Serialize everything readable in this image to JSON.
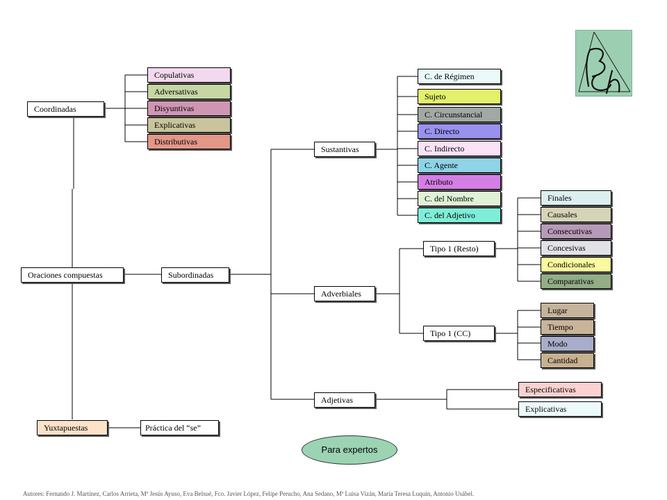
{
  "logo_text": "BCh",
  "nodes": {
    "coordinadas": "Coordinadas",
    "copulativas": "Copulativas",
    "adversativas": "Adversativas",
    "disyuntivas": "Disyuntivas",
    "explicativas_coord": "Explicativas",
    "distributivas": "Distributivas",
    "oraciones_compuestas": "Oraciones compuestas",
    "subordinadas": "Subordinadas",
    "sustantivas": "Sustantivas",
    "c_regimen": "C. de Régimen",
    "sujeto": "Sujeto",
    "c_circunstancial": "C. Circunstancial",
    "c_directo": "C. Directo",
    "c_indirecto": "C. Indirecto",
    "c_agente": "C. Agente",
    "atributo": "Atributo",
    "c_nombre": "C. del Nombre",
    "c_adjetivo": "C. del Adjetivo",
    "adverbiales": "Adverbiales",
    "tipo1_resto": "Tipo 1 (Resto)",
    "finales": "Finales",
    "causales": "Causales",
    "consecutivas": "Consecutivas",
    "concesivas": "Concesivas",
    "condicionales": "Condicionales",
    "comparativas": "Comparativas",
    "tipo1_cc": "Tipo 1 (CC)",
    "lugar": "Lugar",
    "tiempo": "Tiempo",
    "modo": "Modo",
    "cantidad": "Cantidad",
    "adjetivas": "Adjetivas",
    "especificativas": "Especificativas",
    "explicativas_adj": "Explicativas",
    "yuxtapuestas": "Yuxtapuestas",
    "practica_se": "Práctica del “se”"
  },
  "expert_button": "Para expertos",
  "footer": "Autores: Fernando J. Martínez, Carlos Arrieta, Mª Jesús Ayuso, Eva Belsué, Fco. Javier López, Felipe Perucho, Ana Sedano, Mª Luisa Vizán, María Teresa Luquin, Antonio Usábel.",
  "colors": {
    "copulativas": "#f2d9ee",
    "adversativas": "#c6d6a4",
    "disyuntivas": "#cf96b2",
    "explicativas_coord": "#c9c49c",
    "distributivas": "#e39788",
    "c_regimen": "#eafafa",
    "sujeto": "#e2f06a",
    "c_circunstancial": "#a2a8a3",
    "c_directo": "#9892ee",
    "c_indirecto": "#fbe2f6",
    "c_agente": "#8ed3e6",
    "atributo": "#d57ee6",
    "c_nombre": "#dff2d6",
    "c_adjetivo": "#7eeed8",
    "finales": "#dcefef",
    "causales": "#d7d3b7",
    "consecutivas": "#b69ab8",
    "concesivas": "#e3e1e8",
    "condicionales": "#fafa9e",
    "comparativas": "#93ad86",
    "lugar": "#c5b49b",
    "tiempo": "#c9b49a",
    "modo": "#a7adca",
    "cantidad": "#c7b191",
    "especificativas": "#fbd1d1",
    "explicativas_adj": "#edfafa",
    "yuxtapuestas": "#fbe2c8",
    "expert_button": "#9bd3b3"
  }
}
